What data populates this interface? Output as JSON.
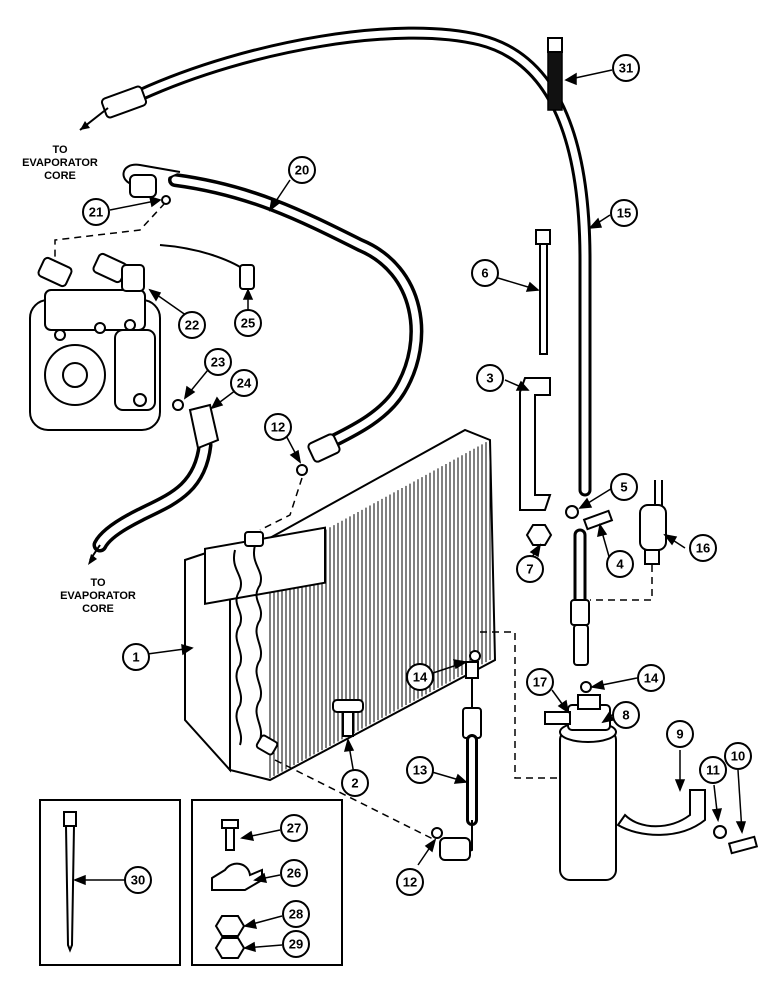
{
  "notes": {
    "top_line1": "TO",
    "top_line2": "EVAPORATOR",
    "top_line3": "CORE",
    "bottom_line1": "TO",
    "bottom_line2": "EVAPORATOR",
    "bottom_line3": "CORE"
  },
  "callouts": {
    "c1": "1",
    "c2": "2",
    "c3": "3",
    "c4": "4",
    "c5": "5",
    "c6": "6",
    "c7": "7",
    "c8": "8",
    "c9": "9",
    "c10": "10",
    "c11": "11",
    "c12a": "12",
    "c12b": "12",
    "c13": "13",
    "c14a": "14",
    "c14b": "14",
    "c15": "15",
    "c16": "16",
    "c17": "17",
    "c20": "20",
    "c21": "21",
    "c22": "22",
    "c23": "23",
    "c24": "24",
    "c25": "25",
    "c26": "26",
    "c27": "27",
    "c28": "28",
    "c29": "29",
    "c30": "30",
    "c31": "31"
  }
}
